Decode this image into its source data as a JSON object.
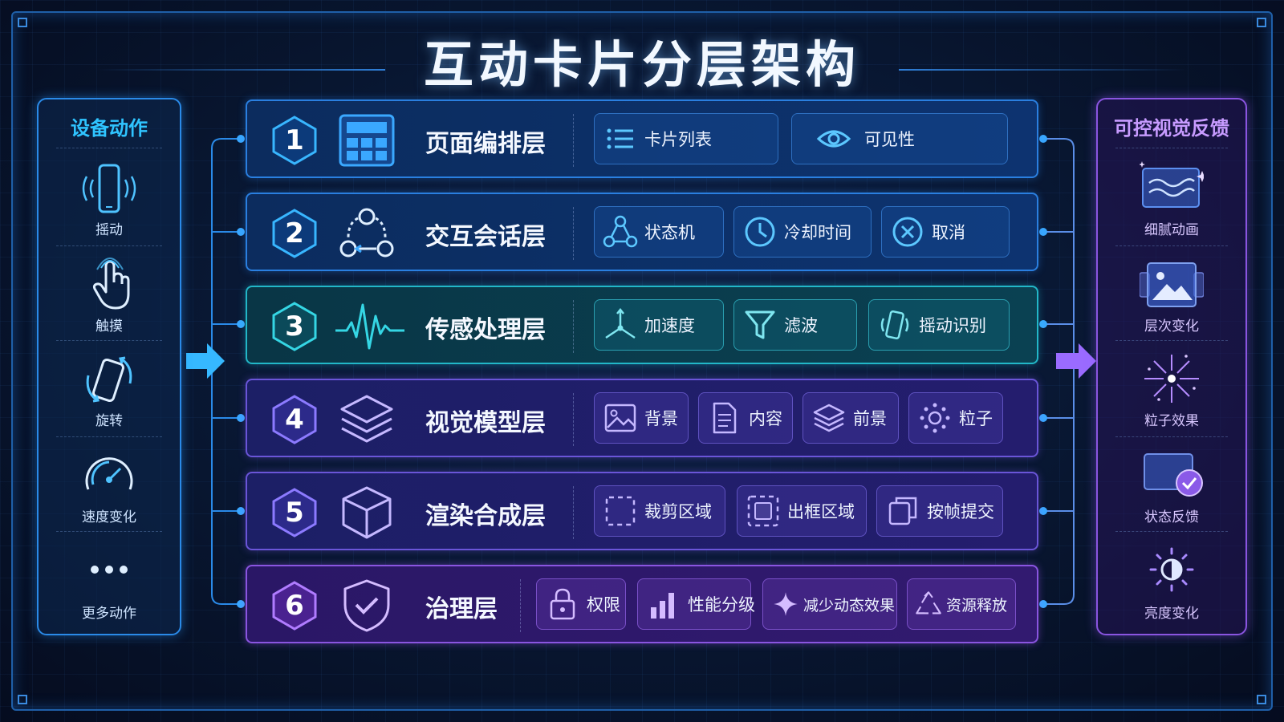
{
  "title": "互动卡片分层架构",
  "left_panel": {
    "title": "设备动作",
    "items": [
      {
        "label": "摇动",
        "icon": "phone-shake-icon"
      },
      {
        "label": "触摸",
        "icon": "hand-touch-icon"
      },
      {
        "label": "旋转",
        "icon": "phone-rotate-icon"
      },
      {
        "label": "速度变化",
        "icon": "speedometer-icon"
      },
      {
        "label": "更多动作",
        "icon": "more-dots-icon"
      }
    ]
  },
  "right_panel": {
    "title": "可控视觉反馈",
    "items": [
      {
        "label": "细腻动画",
        "icon": "wave-animation-icon"
      },
      {
        "label": "层次变化",
        "icon": "layered-image-icon"
      },
      {
        "label": "粒子效果",
        "icon": "particle-burst-icon"
      },
      {
        "label": "状态反馈",
        "icon": "status-check-icon"
      },
      {
        "label": "亮度变化",
        "icon": "brightness-icon"
      }
    ]
  },
  "layers": [
    {
      "num": "1",
      "name": "页面编排层",
      "icon": "layout-grid-icon",
      "theme": "blue",
      "chips": [
        {
          "label": "卡片列表",
          "icon": "list-icon"
        },
        {
          "label": "可见性",
          "icon": "eye-icon"
        }
      ]
    },
    {
      "num": "2",
      "name": "交互会话层",
      "icon": "session-cycle-icon",
      "theme": "blue",
      "chips": [
        {
          "label": "状态机",
          "icon": "state-machine-icon"
        },
        {
          "label": "冷却时间",
          "icon": "clock-icon"
        },
        {
          "label": "取消",
          "icon": "cancel-icon"
        }
      ]
    },
    {
      "num": "3",
      "name": "传感处理层",
      "icon": "waveform-icon",
      "theme": "teal",
      "chips": [
        {
          "label": "加速度",
          "icon": "axes-icon"
        },
        {
          "label": "滤波",
          "icon": "filter-icon"
        },
        {
          "label": "摇动识别",
          "icon": "shake-detect-icon"
        }
      ]
    },
    {
      "num": "4",
      "name": "视觉模型层",
      "icon": "layers-icon",
      "theme": "purple",
      "chips": [
        {
          "label": "背景",
          "icon": "image-icon"
        },
        {
          "label": "内容",
          "icon": "document-icon"
        },
        {
          "label": "前景",
          "icon": "stack-icon"
        },
        {
          "label": "粒子",
          "icon": "particle-icon"
        }
      ]
    },
    {
      "num": "5",
      "name": "渲染合成层",
      "icon": "cube-icon",
      "theme": "purple",
      "chips": [
        {
          "label": "裁剪区域",
          "icon": "crop-region-icon"
        },
        {
          "label": "出框区域",
          "icon": "overflow-region-icon"
        },
        {
          "label": "按帧提交",
          "icon": "frames-icon"
        }
      ]
    },
    {
      "num": "6",
      "name": "治理层",
      "icon": "shield-check-icon",
      "theme": "violet",
      "chips": [
        {
          "label": "权限",
          "icon": "lock-icon"
        },
        {
          "label": "性能分级",
          "icon": "bar-chart-icon"
        },
        {
          "label": "减少动态效果",
          "icon": "sparkle-icon"
        },
        {
          "label": "资源释放",
          "icon": "recycle-icon"
        }
      ]
    }
  ],
  "colors": {
    "accent_blue": "#2fc4ff",
    "accent_teal": "#35d6e4",
    "accent_purple": "#9a6bff",
    "accent_violet": "#c79bff"
  }
}
